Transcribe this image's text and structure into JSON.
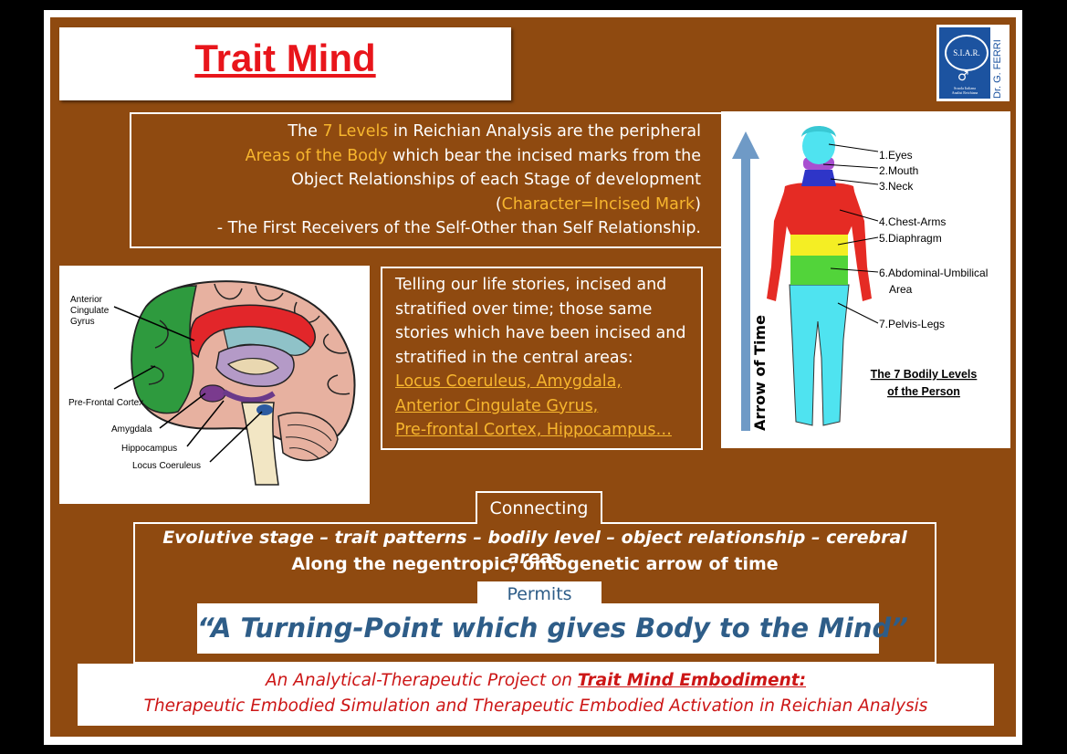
{
  "title": "Trait Mind",
  "logo": {
    "name": "S.I.A.R.",
    "subtitle_line1": "Scuola Italiana",
    "subtitle_line2": "Analisi Reichiana",
    "author": "Dr. G. FERRI",
    "colors": {
      "brand": "#1c53a0"
    }
  },
  "intro": {
    "p1": "The ",
    "p1_hl": "7 Levels",
    "p1_end": " in Reichian Analysis are the peripheral",
    "p2_hl": "Areas of the Body",
    "p2_end": " which bear the incised marks from the",
    "p3": "Object Relationships of each Stage of development",
    "p4_open": "(",
    "p4_hl": "Character=Incised Mark",
    "p4_close": ")",
    "p5": "- The First Receivers of the Self-Other than Self Relationship."
  },
  "brain": {
    "labels": {
      "acg1": "Anterior",
      "acg2": "Cingulate",
      "acg3": "Gyrus",
      "pfc": "Pre-Frontal Cortex",
      "amygdala": "Amygdala",
      "hippocampus": "Hippocampus",
      "locus": "Locus Coeruleus"
    }
  },
  "stories": {
    "text": "Telling our life stories, incised and stratified over time; those same stories which have been incised and stratified in the central areas:",
    "links": [
      "Locus Coeruleus, Amygdala,",
      "Anterior Cingulate Gyrus,",
      "Pre-frontal Cortex, Hippocampus…"
    ]
  },
  "body_levels": {
    "arrow_label": "Arrow of Time",
    "caption1": "The 7 Bodily Levels",
    "caption2": "of the Person",
    "levels": [
      "1.Eyes",
      "2.Mouth",
      "3.Neck",
      "4.Chest-Arms",
      "5.Diaphragm",
      "6.Abdominal-Umbilical",
      "7.Pelvis-Legs"
    ],
    "level6_cont": "Area"
  },
  "connecting": {
    "tab": "Connecting",
    "line1": "Evolutive stage – trait patterns – bodily level – object relationship – cerebral areas",
    "line2": "Along the negentropic, ontogenetic arrow of time",
    "permits": "Permits",
    "quote": "“A Turning-Point which gives Body to the Mind”"
  },
  "bottom": {
    "l1_pre": "An Analytical-Therapeutic Project on ",
    "l1_em": "Trait Mind Embodiment:",
    "l2": "Therapeutic Embodied Simulation and Therapeutic Embodied Activation in Reichian Analysis"
  },
  "colors": {
    "background": "#8f4a10",
    "highlight": "#f7b62e",
    "title": "#e8151b",
    "quote": "#2e5d88"
  }
}
